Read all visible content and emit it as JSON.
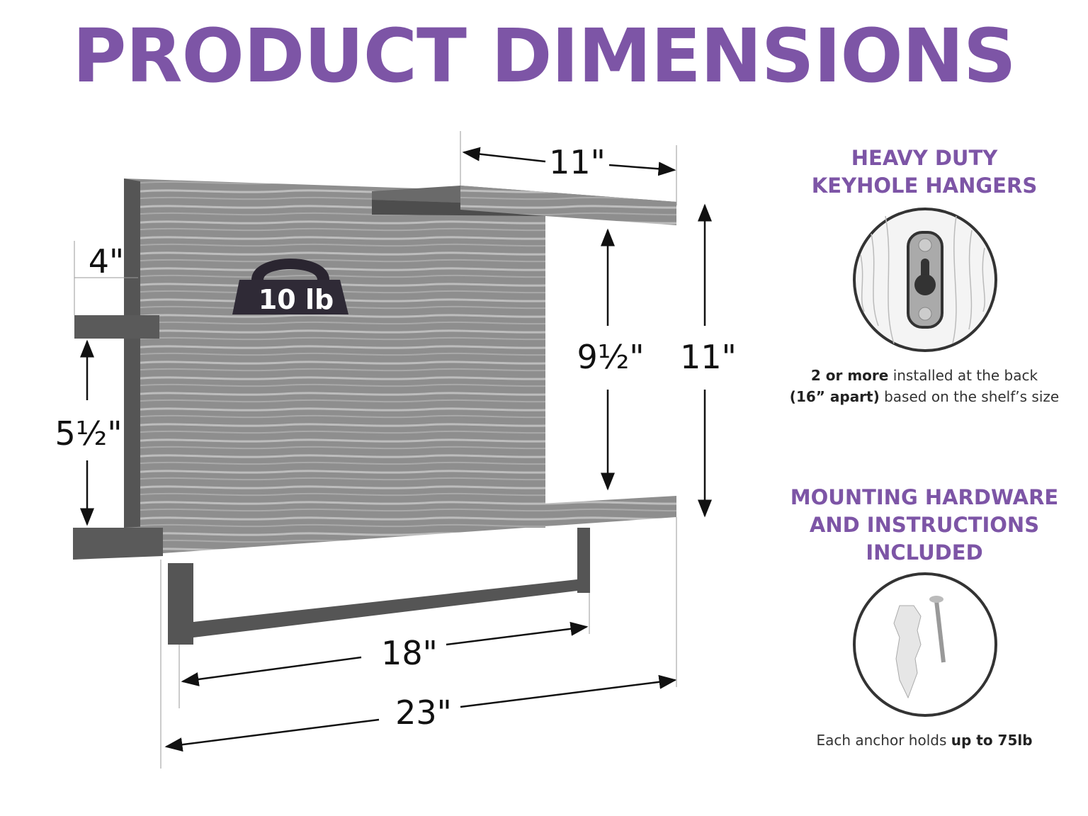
{
  "title": "PRODUCT DIMENSIONS",
  "dimensions": {
    "top_shelf_width": "11\"",
    "shelf_depth": "4\"",
    "middle_to_bottom": "5½\"",
    "top_to_bottom": "9½\"",
    "overall_height": "11\"",
    "towel_bar_width": "18\"",
    "overall_width": "23\""
  },
  "weight_label": "10 lb",
  "keyhole": {
    "heading_line1": "HEAVY DUTY",
    "heading_line2": "KEYHOLE HANGERS",
    "note_bold1": "2 or more",
    "note_text1": " installed at the back",
    "note_bold2": "(16” apart)",
    "note_text2": " based on the shelf’s size"
  },
  "hardware": {
    "heading_line1": "MOUNTING HARDWARE",
    "heading_line2": "AND INSTRUCTIONS",
    "heading_line3": "INCLUDED",
    "note_text": "Each anchor holds ",
    "note_bold": "up to 75lb"
  },
  "colors": {
    "accent": "#7d55a6",
    "wood": "#8c8c8c",
    "metal": "#555555"
  }
}
